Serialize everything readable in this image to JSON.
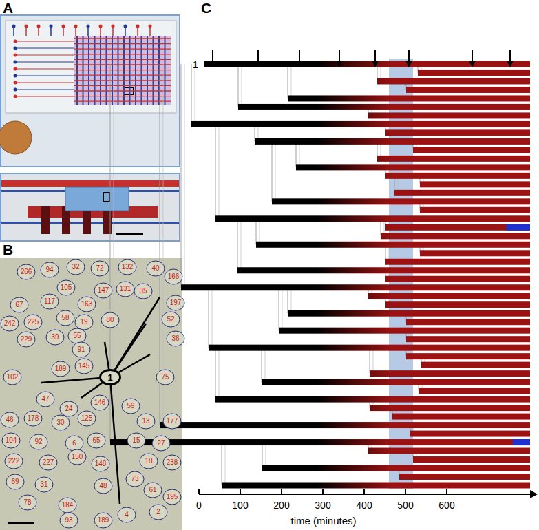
{
  "diagram": {
    "nodes": [
      {
        "text": [
          "1"
        ]
      }
    ],
    "labels": [
      "A",
      "B",
      "C",
      "1",
      "0",
      "100",
      "200",
      "300",
      "400",
      "500",
      "600",
      "time (minutes)",
      "266",
      "94",
      "32",
      "72",
      "132",
      "40",
      "166",
      "105",
      "147",
      "131",
      "35",
      "67",
      "117",
      "163",
      "197",
      "52",
      "242",
      "225",
      "58",
      "19",
      "80",
      "229",
      "39",
      "55",
      "36",
      "91",
      "102",
      "189",
      "145",
      "75",
      "24",
      "47",
      "146",
      "46",
      "178",
      "30",
      "125",
      "59",
      "13",
      "177",
      "104",
      "92",
      "6",
      "65",
      "15",
      "27",
      "222",
      "227",
      "150",
      "148",
      "18",
      "238",
      "69",
      "31",
      "73",
      "61",
      "48",
      "78",
      "184",
      "195",
      "2",
      "4",
      "93",
      "189"
    ]
  }
}
